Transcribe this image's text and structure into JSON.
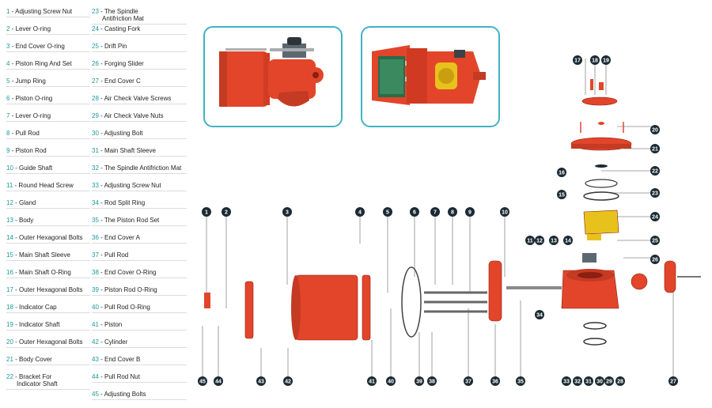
{
  "legend": {
    "col1": [
      {
        "num": "1",
        "label": "Adjusting Screw Nut"
      },
      {
        "num": "2",
        "label": "Lever O-ring"
      },
      {
        "num": "3",
        "label": "End Cover O-ring"
      },
      {
        "num": "4",
        "label": "Piston Ring And Set"
      },
      {
        "num": "5",
        "label": "Jump Ring"
      },
      {
        "num": "6",
        "label": "Piston O-ring"
      },
      {
        "num": "7",
        "label": "Lever O-ring"
      },
      {
        "num": "8",
        "label": "Pull Rod"
      },
      {
        "num": "9",
        "label": "Piston Rod"
      },
      {
        "num": "10",
        "label": "Guide Shaft"
      },
      {
        "num": "11",
        "label": "Round Head Screw"
      },
      {
        "num": "12",
        "label": "Gland"
      },
      {
        "num": "13",
        "label": "Body"
      },
      {
        "num": "14",
        "label": "Outer Hexagonal Bolts"
      },
      {
        "num": "15",
        "label": "Main Shaft Sleeve"
      },
      {
        "num": "16",
        "label": "Main Shaft O-Ring"
      },
      {
        "num": "17",
        "label": "Outer Hexagonal Bolts"
      },
      {
        "num": "18",
        "label": "Indicator Cap"
      },
      {
        "num": "19",
        "label": "Indicator Shaft"
      },
      {
        "num": "20",
        "label": "Outer Hexagonal Bolts"
      },
      {
        "num": "21",
        "label": "Body Cover"
      },
      {
        "num": "22",
        "label": "Bracket For",
        "label2": "Indicator Shaft"
      }
    ],
    "col2": [
      {
        "num": "23",
        "label": "The Spindle",
        "label2": "Antifriction Mat"
      },
      {
        "num": "24",
        "label": "Casting Fork"
      },
      {
        "num": "25",
        "label": "Drift Pin"
      },
      {
        "num": "26",
        "label": "Forging Slider"
      },
      {
        "num": "27",
        "label": "End Cover C"
      },
      {
        "num": "28",
        "label": "Air Check Valve Screws"
      },
      {
        "num": "29",
        "label": "Air Check Valve Nuts"
      },
      {
        "num": "30",
        "label": "Adjusting Bolt"
      },
      {
        "num": "31",
        "label": "Main Shaft Sleeve"
      },
      {
        "num": "32",
        "label": "The Spindle Antifriction Mat"
      },
      {
        "num": "33",
        "label": "Adjusting Screw Nut"
      },
      {
        "num": "34",
        "label": "Rod Split Ring"
      },
      {
        "num": "35",
        "label": "The Piston Rod Set"
      },
      {
        "num": "36",
        "label": "End Cover A"
      },
      {
        "num": "37",
        "label": "Pull Rod"
      },
      {
        "num": "38",
        "label": "End Cover O-Ring"
      },
      {
        "num": "39",
        "label": "Piston Rod O-Ring"
      },
      {
        "num": "40",
        "label": "Pull Rod O-Ring"
      },
      {
        "num": "41",
        "label": "Piston"
      },
      {
        "num": "42",
        "label": "Cylinder"
      },
      {
        "num": "43",
        "label": "End Cover B"
      },
      {
        "num": "44",
        "label": "Pull Rod Nut"
      },
      {
        "num": "45",
        "label": "Adjusting Bolts"
      }
    ]
  },
  "colors": {
    "part_red": "#e2452a",
    "part_dark_red": "#b83219",
    "marker": "#1b2a33",
    "frame": "#3fb3c6",
    "number_text": "#1a9a9a",
    "yellow": "#e8c21c"
  },
  "markers": {
    "top": [
      "1",
      "2",
      "3",
      "4",
      "5",
      "6",
      "7",
      "8",
      "9",
      "10"
    ],
    "right": [
      "17",
      "18",
      "19",
      "20",
      "21",
      "22",
      "23",
      "24",
      "25",
      "26"
    ],
    "middle": [
      "11",
      "12",
      "13",
      "14",
      "15",
      "16",
      "34"
    ],
    "bottom": [
      "45",
      "44",
      "43",
      "42",
      "41",
      "40",
      "39",
      "38",
      "37",
      "36",
      "35",
      "33",
      "32",
      "31",
      "30",
      "29",
      "28",
      "27"
    ]
  }
}
